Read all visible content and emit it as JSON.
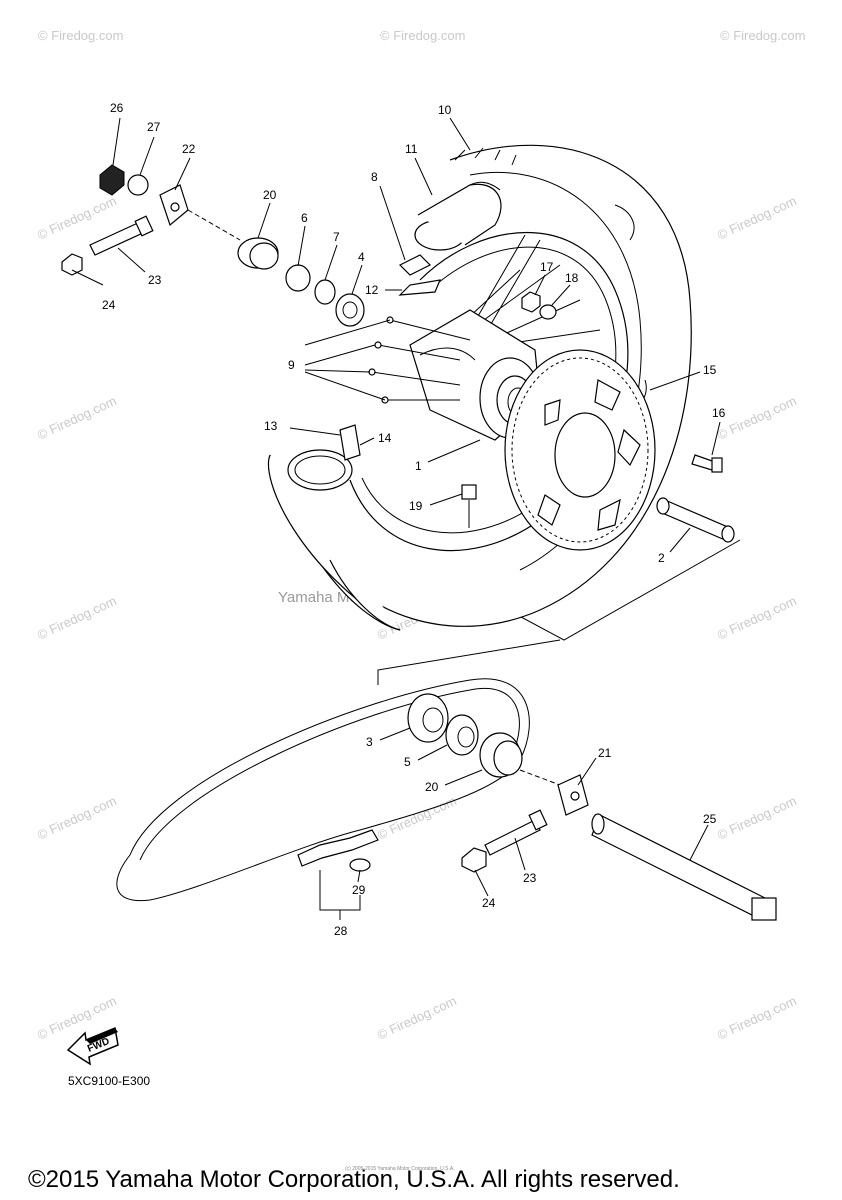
{
  "watermark": "© Firedog.com",
  "corp_watermark": "Yamaha Motor Corp. U.S.A.",
  "diagram_code": "5XC9100-E300",
  "fwd_label": "FWD",
  "copyright": "©2015 Yamaha Motor Corporation, U.S.A. All rights reserved.",
  "fine_print": "(c) 2005-2015 Yamaha Motor Corporation, U.S.A.",
  "callouts": {
    "p1": "1",
    "p2": "2",
    "p3": "3",
    "p4": "4",
    "p5": "5",
    "p6": "6",
    "p7": "7",
    "p8": "8",
    "p9": "9",
    "p10": "10",
    "p11": "11",
    "p12": "12",
    "p13": "13",
    "p14": "14",
    "p15": "15",
    "p16": "16",
    "p17": "17",
    "p18": "18",
    "p19": "19",
    "p20a": "20",
    "p20b": "20",
    "p21": "21",
    "p22": "22",
    "p23a": "23",
    "p23b": "23",
    "p24a": "24",
    "p24b": "24",
    "p25": "25",
    "p26": "26",
    "p27": "27",
    "p28": "28",
    "p29": "29"
  }
}
